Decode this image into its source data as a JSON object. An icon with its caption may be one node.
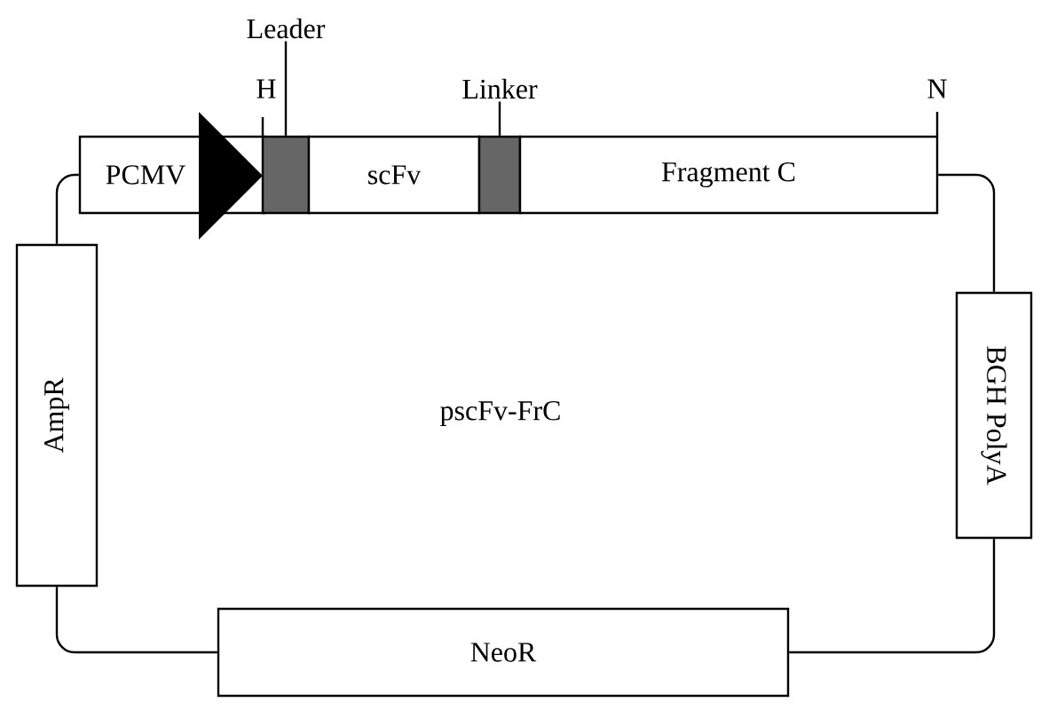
{
  "diagram": {
    "nodes": [
      {
        "text": [
          "PCMV"
        ]
      },
      {
        "text": [],
        "shape": "triangle"
      },
      {
        "text": [],
        "shape": "box"
      },
      {
        "text": [
          "scFv"
        ]
      },
      {
        "text": [],
        "shape": "box"
      },
      {
        "text": [
          "Fragment C"
        ]
      },
      {
        "text": [
          "BGH PolyA"
        ]
      },
      {
        "text": [
          "NeoR"
        ]
      },
      {
        "text": [
          "AmpR"
        ]
      },
      {
        "text": [
          "Leader"
        ]
      },
      {
        "text": [
          "Linker"
        ]
      }
    ],
    "edges": [
      {
        "from": 5,
        "to": 6,
        "arrow": "none"
      },
      {
        "from": 6,
        "to": 7,
        "arrow": "none"
      },
      {
        "from": 7,
        "to": 8,
        "arrow": "none"
      },
      {
        "from": 8,
        "to": 0,
        "arrow": "none"
      },
      {
        "from": 9,
        "to": 2,
        "arrow": "none"
      },
      {
        "from": 10,
        "to": 4,
        "arrow": "none"
      }
    ],
    "labels": [
      "H",
      "N",
      "pscFv-FrC"
    ]
  }
}
